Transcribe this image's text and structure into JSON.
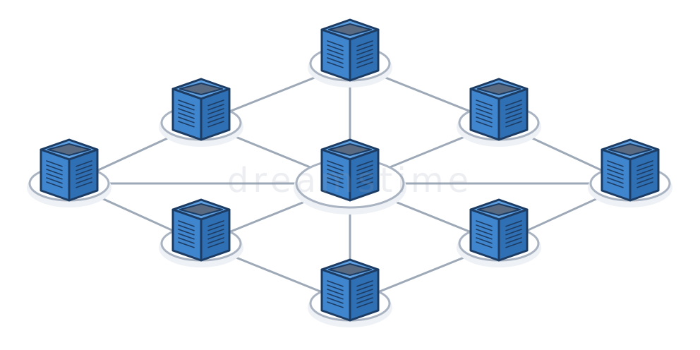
{
  "diagram": {
    "type": "network-topology",
    "node_icon": "server-icon",
    "colors": {
      "background": "#ffffff",
      "link": "#9ea9b8",
      "platform_fill": "#ffffff",
      "platform_stroke": "#a9b3c1",
      "platform_shadow": "#eef1f5",
      "server_front": "#3f86cf",
      "server_side": "#2f6fb4",
      "server_top": "#5d9fe0",
      "server_top_panel": "#5a6a80",
      "server_outline": "#1d3c63",
      "server_lines": "#1d3c63"
    },
    "nodes": [
      {
        "id": "top"
      },
      {
        "id": "upper-left"
      },
      {
        "id": "upper-right"
      },
      {
        "id": "left"
      },
      {
        "id": "center"
      },
      {
        "id": "right"
      },
      {
        "id": "lower-left"
      },
      {
        "id": "lower-right"
      },
      {
        "id": "bottom"
      }
    ],
    "links": [
      [
        "top",
        "upper-left"
      ],
      [
        "top",
        "upper-right"
      ],
      [
        "top",
        "center"
      ],
      [
        "upper-left",
        "left"
      ],
      [
        "upper-left",
        "center"
      ],
      [
        "upper-right",
        "center"
      ],
      [
        "upper-right",
        "right"
      ],
      [
        "left",
        "center"
      ],
      [
        "left",
        "lower-left"
      ],
      [
        "center",
        "right"
      ],
      [
        "center",
        "lower-left"
      ],
      [
        "center",
        "lower-right"
      ],
      [
        "center",
        "bottom"
      ],
      [
        "right",
        "lower-right"
      ],
      [
        "lower-left",
        "bottom"
      ],
      [
        "lower-right",
        "bottom"
      ]
    ]
  },
  "watermark": {
    "text": "dreamstime"
  }
}
